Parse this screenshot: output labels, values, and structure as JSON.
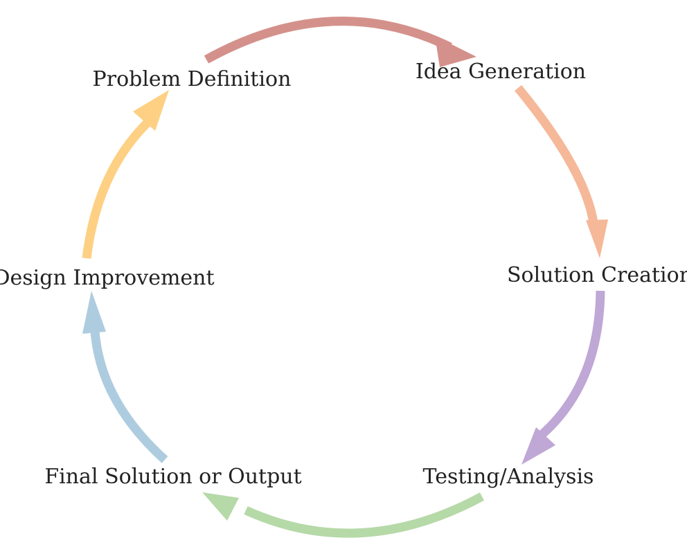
{
  "stages": [
    {
      "id": "problem-definition",
      "label": "Problem Definition",
      "arrow_color": "#fdd083"
    },
    {
      "id": "idea-generation",
      "label": "Idea Generation",
      "arrow_color": "#d4918b"
    },
    {
      "id": "solution-creation",
      "label": "Solution Creation",
      "arrow_color": "#f5b898"
    },
    {
      "id": "testing-analysis",
      "label": "Testing/Analysis",
      "arrow_color": "#bfa7d6"
    },
    {
      "id": "final-solution",
      "label": "Final Solution or Output",
      "arrow_color": "#b6d9a8"
    },
    {
      "id": "design-improvement",
      "label": "Design Improvement",
      "arrow_color": "#aecce0"
    }
  ]
}
